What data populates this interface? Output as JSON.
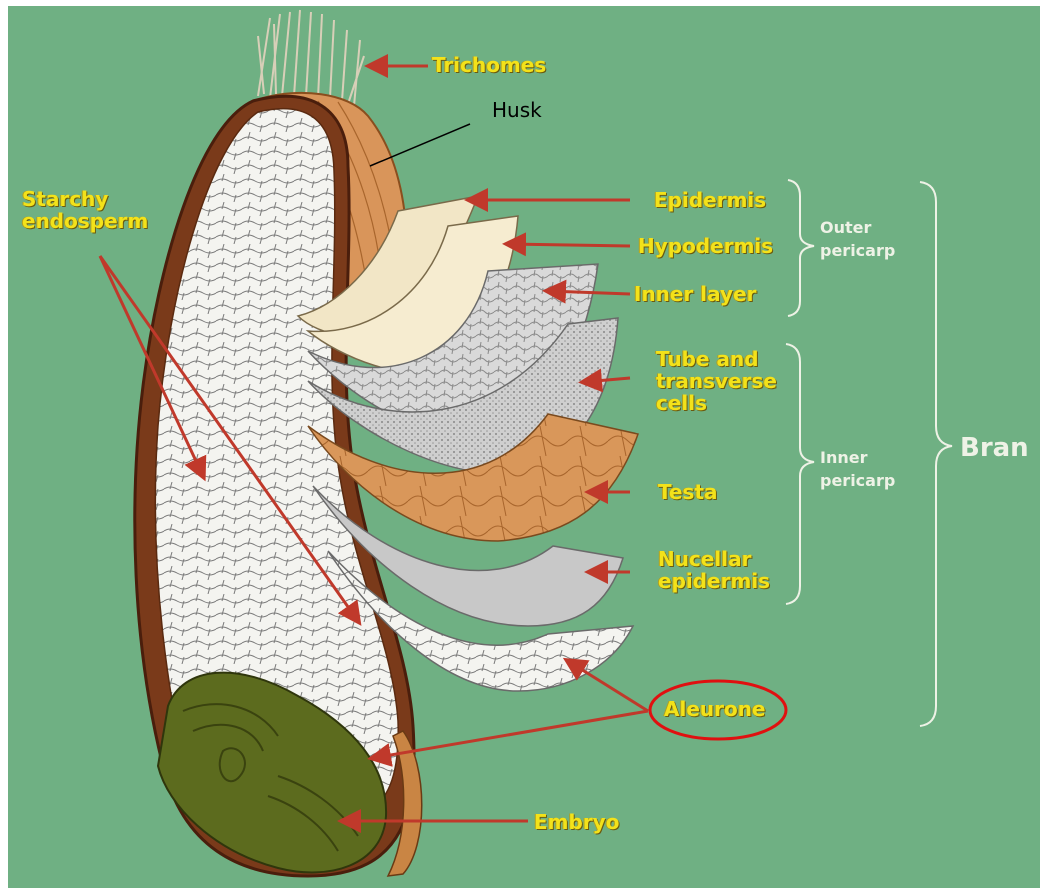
{
  "labels": {
    "trichomes": "Trichomes",
    "husk": "Husk",
    "starchy_line1": "Starchy",
    "starchy_line2": "endosperm",
    "epidermis": "Epidermis",
    "hypodermis": "Hypodermis",
    "inner_layer": "Inner layer",
    "tube_line1": "Tube and",
    "tube_line2": "transverse",
    "tube_line3": "cells",
    "testa": "Testa",
    "nucellar_line1": "Nucellar",
    "nucellar_line2": "epidermis",
    "aleurone": "Aleurone",
    "embryo": "Embryo"
  },
  "groups": {
    "outer_line1": "Outer",
    "outer_line2": "pericarp",
    "inner_line1": "Inner",
    "inner_line2": "pericarp",
    "bran": "Bran"
  },
  "colors": {
    "background": "#6fb083",
    "label_yellow": "#f3e21a",
    "arrow_red": "#c0392b",
    "bracket_white": "#eef2e6",
    "aleurone_circle": "#e01010",
    "husk_orange": "#d9955a",
    "embryo_olive": "#5c6b1e",
    "endosperm": "#f4f4f0"
  }
}
